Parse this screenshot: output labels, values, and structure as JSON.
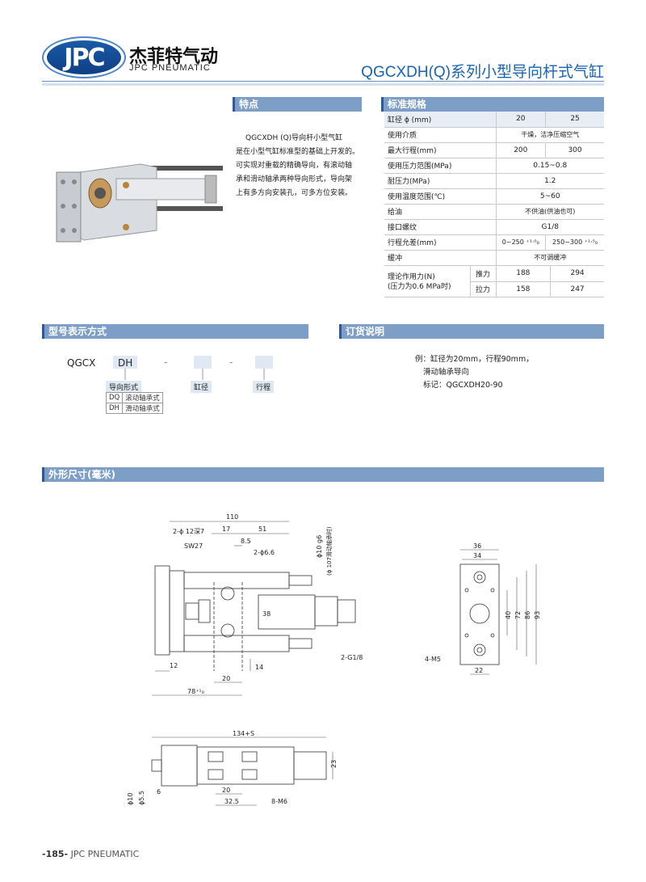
{
  "header": {
    "logo_text": "JPC",
    "brand_cn": "杰菲特气动",
    "brand_en": "JPC PNEUMATIC",
    "title": "QGCXDH(Q)系列小型导向杆式气缸"
  },
  "features": {
    "heading": "特点",
    "lines": [
      "QGCXDH (Q)导向杆小型气缸",
      "是在小型气缸标准型的基础上开发的。",
      "可实现对重载的精确导向，有滚动轴",
      "承和滑动轴承两种导向形式，导向架",
      "上有多方向安装孔，可多方位安装。"
    ]
  },
  "spec": {
    "heading": "标准规格",
    "bore_label": "缸径 ϕ (mm)",
    "bore_values": [
      "20",
      "25"
    ],
    "medium_label": "使用介质",
    "medium_value": "干燥，洁净压缩空气",
    "stroke_label": "最大行程(mm)",
    "stroke_values": [
      "200",
      "300"
    ],
    "pressure_label": "使用压力范围(MPa)",
    "pressure_value": "0.15~0.8",
    "proof_label": "耐压力(MPa)",
    "proof_value": "1.2",
    "temp_label": "使用温度范围(℃)",
    "temp_value": "5~60",
    "lube_label": "给油",
    "lube_value": "不供油(供油也可)",
    "port_label": "接口螺纹",
    "port_value": "G1/8",
    "tol_label": "行程允差(mm)",
    "tol_values": [
      "0~250 ⁺¹·⁰₀",
      "250~300 ⁺¹·⁵₀"
    ],
    "cushion_label": "缓冲",
    "cushion_value": "不可调缓冲",
    "force_label_1": "理论作用力(N)",
    "force_label_2": "(压力为0.6 MPa时)",
    "push_label": "推力",
    "push_values": [
      "188",
      "294"
    ],
    "pull_label": "拉力",
    "pull_values": [
      "158",
      "247"
    ]
  },
  "model_code": {
    "heading": "型号表示方式",
    "prefix": "QGCX",
    "type_code": "DH",
    "dash": "-",
    "guide_label": "导向形式",
    "bore_label": "缸径",
    "stroke_label": "行程",
    "options": [
      {
        "code": "DQ",
        "desc": "滚动轴承式"
      },
      {
        "code": "DH",
        "desc": "滑动轴承式"
      }
    ]
  },
  "order": {
    "heading": "订货说明",
    "lines": [
      "例：缸径为20mm，行程90mm，",
      "滑动轴承导向",
      "标记：QGCXDH20-90"
    ]
  },
  "dimensions": {
    "heading": "外形尺寸(毫米)",
    "front": {
      "d110": "110",
      "d17": "17",
      "d51": "51",
      "d85": "8.5",
      "holes": "2-ϕ 12深7",
      "sw": "SW27",
      "holes2": "2-ϕ6.6",
      "d38": "38",
      "d12": "12",
      "d20": "20",
      "d14": "14",
      "d78": "78⁺¹₀",
      "port": "2-G1/8",
      "rod1": "ϕ10 g6",
      "rod2": "(ϕ 107滑动轴承时)"
    },
    "side": {
      "d36": "36",
      "d34": "34",
      "d40": "40",
      "d72": "72",
      "d86": "86",
      "d93": "93",
      "d22": "22",
      "m5": "4-M5"
    },
    "bottom": {
      "d134": "134+S",
      "d23": "23",
      "d20": "20",
      "d325": "32.5",
      "m6": "8-M6",
      "d10": "ϕ10",
      "d55": "ϕ5.5",
      "d6": "6"
    }
  },
  "footer": {
    "page": "-185-",
    "brand": "JPC PNEUMATIC"
  }
}
